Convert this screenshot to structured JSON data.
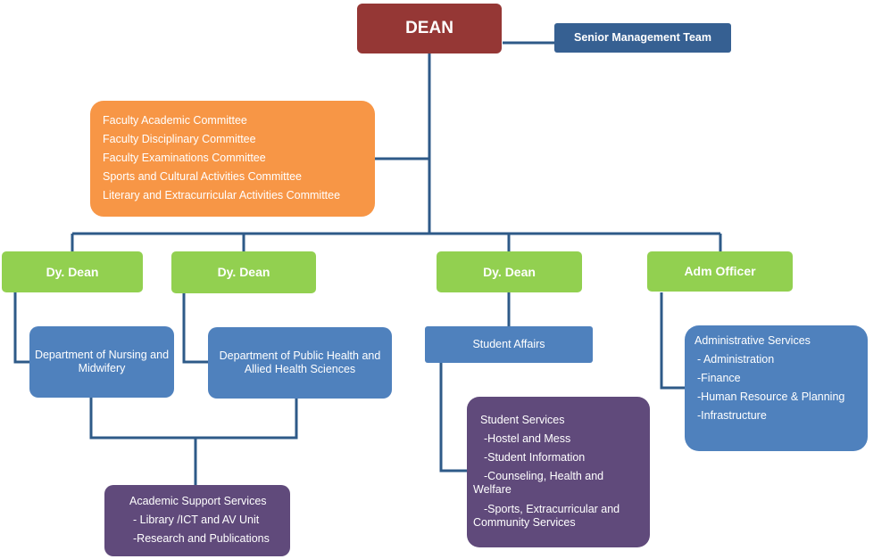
{
  "dean": {
    "label": "DEAN"
  },
  "senior_team": {
    "label": "Senior Management Team"
  },
  "committees": {
    "items": [
      "Faculty Academic Committee",
      "Faculty Disciplinary Committee",
      "Faculty Examinations Committee",
      "Sports and Cultural Activities Committee",
      "Literary and Extracurricular Activities Committee"
    ]
  },
  "level2": {
    "dy_dean_1": "Dy. Dean",
    "dy_dean_2": "Dy. Dean",
    "dy_dean_3": "Dy. Dean",
    "adm_officer": "Adm Officer"
  },
  "departments": {
    "nursing": "Department of Nursing and Midwifery",
    "public_health": "Department of Public Health and Allied Health Sciences",
    "student_affairs": "Student Affairs"
  },
  "academic_support": {
    "title": "Academic Support Services",
    "items": [
      "- Library /ICT and AV Unit",
      "-Research and Publications"
    ]
  },
  "student_services": {
    "title": "Student Services",
    "items": [
      "-Hostel and Mess",
      "-Student Information",
      "-Counseling, Health and Welfare",
      "-Sports, Extracurricular and Community Services"
    ]
  },
  "admin_services": {
    "title": "Administrative Services",
    "items": [
      "- Administration",
      "-Finance",
      "-Human Resource & Planning",
      "-Infrastructure"
    ]
  },
  "colors": {
    "connector": "#2e5a88",
    "dean": "#953735",
    "senior_team": "#366092",
    "green": "#92d050",
    "blue": "#4f81bd",
    "orange": "#f79646",
    "purple": "#604a7b"
  }
}
